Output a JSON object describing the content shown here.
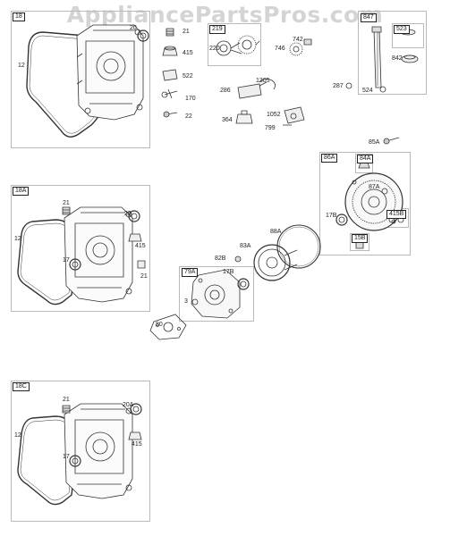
{
  "watermark": "AppliancePartsPros.com",
  "callouts": {
    "box_18": "18",
    "box_18a": "18A",
    "box_18c": "18C",
    "box_219": "219",
    "box_847": "847",
    "box_523": "523",
    "box_86a": "86A",
    "box_84a": "84A",
    "box_415b": "415B",
    "box_15b": "15B",
    "box_79a": "79A",
    "p12_top": "12",
    "p20_top": "20",
    "p21_top": "21",
    "p415_top": "415",
    "p522": "522",
    "p170": "170",
    "p22": "22",
    "p220": "220",
    "p742": "742",
    "p746": "746",
    "p286": "286",
    "p1305": "1305",
    "p287": "287",
    "p364": "364",
    "p1052": "1052",
    "p799": "799",
    "p842": "842",
    "p524": "524",
    "p85a": "85A",
    "p87a": "87A",
    "p17b_right": "17B",
    "p88a": "88A",
    "p83a": "83A",
    "p82b": "82B",
    "p17b_cover": "17B",
    "p3": "3",
    "p80": "80",
    "p12_mid": "12",
    "p21_mid_a": "21",
    "p20_mid": "20",
    "p415_mid": "415",
    "p17_mid": "17",
    "p21_mid_b": "21",
    "p12_bot": "12",
    "p21_bot": "21",
    "p20a_bot": "20A",
    "p415_bot": "415",
    "p17_bot": "17"
  }
}
